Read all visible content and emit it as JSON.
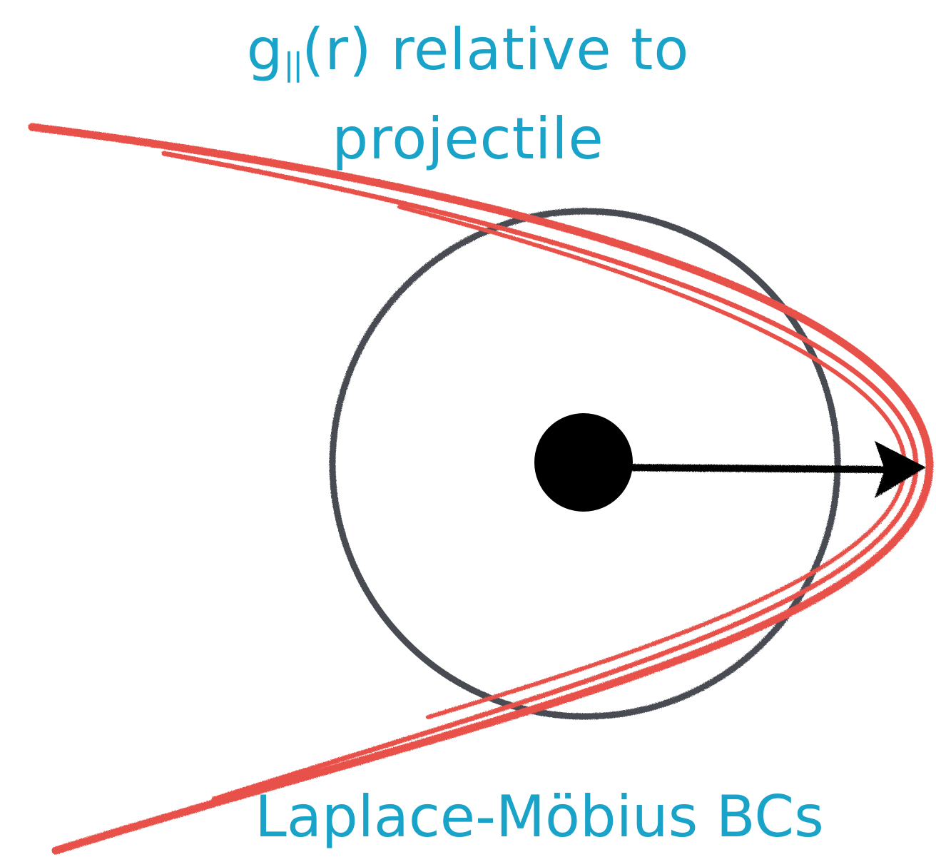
{
  "title": {
    "symbol_main": "g",
    "symbol_subscript": "||",
    "symbol_arg": "(r)",
    "line1_rest": " relative to",
    "line2": "projectile"
  },
  "caption": "Laplace-Möbius BCs",
  "colors": {
    "text": "#1aa3c8",
    "curves": "#e8514a",
    "circle": "#4a4c52",
    "particle": "#000000"
  },
  "icons": {
    "particle": "filled-circle",
    "velocity": "arrow-right"
  }
}
